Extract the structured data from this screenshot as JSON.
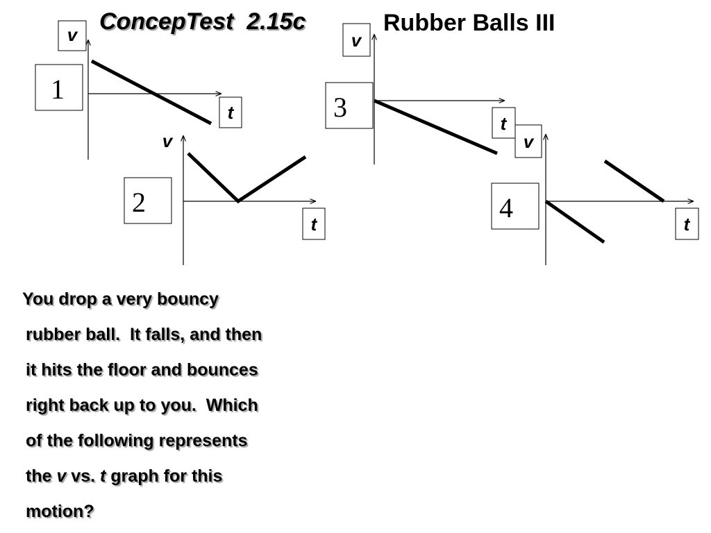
{
  "title": {
    "concept": "ConcepTest  2.15c",
    "topic": "Rubber Balls III"
  },
  "graphs": [
    {
      "number": "1",
      "v_label": "v",
      "t_label": "t"
    },
    {
      "number": "2",
      "v_label": "v",
      "t_label": "t"
    },
    {
      "number": "3",
      "v_label": "v",
      "t_label": "t"
    },
    {
      "number": "4",
      "v_label": "v",
      "t_label": "t"
    }
  ],
  "question": {
    "lines": [
      "You drop a very bouncy",
      "rubber ball.  It falls, and then",
      "it hits the floor and bounces",
      "right back up to you.  Which",
      "of the following represents"
    ],
    "line6_pre": "the ",
    "line6_v": "v",
    "line6_mid": " vs. ",
    "line6_t": "t",
    "line6_post": " graph for this",
    "line7": "motion?"
  }
}
